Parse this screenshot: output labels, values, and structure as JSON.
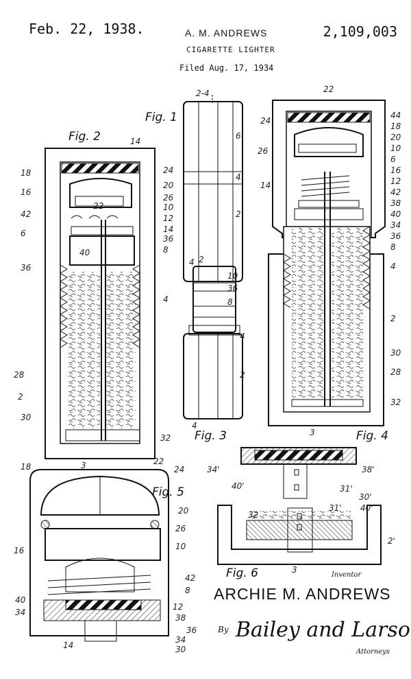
{
  "header": {
    "date": "Feb. 22, 1938.",
    "inventor": "A. M. ANDREWS",
    "patent_number": "2,109,003",
    "title": "CIGARETTE LIGHTER",
    "filed": "Filed Aug. 17, 1934"
  },
  "figures": {
    "fig1": "Fig. 1",
    "fig2": "Fig. 2",
    "fig3": "Fig. 3",
    "fig4": "Fig. 4",
    "fig5": "Fig. 5",
    "fig6": "Fig. 6"
  },
  "ref_labels": {
    "fig1": [
      "2-4",
      "6",
      "4",
      "2"
    ],
    "fig3": [
      "4",
      "2",
      "10",
      "36",
      "8",
      "4",
      "2",
      "4"
    ],
    "fig2": [
      "14",
      "18",
      "24",
      "20",
      "26",
      "16",
      "22",
      "10",
      "42",
      "12",
      "14",
      "6",
      "36",
      "40",
      "8",
      "36",
      "4",
      "28",
      "2",
      "30",
      "32",
      "3"
    ],
    "fig4": [
      "22",
      "24",
      "44",
      "18",
      "20",
      "26",
      "10",
      "6",
      "16",
      "12",
      "14",
      "42",
      "38",
      "40",
      "34",
      "36",
      "8",
      "4",
      "2",
      "30",
      "28",
      "32",
      "3"
    ],
    "fig5": [
      "18",
      "22",
      "24",
      "20",
      "26",
      "16",
      "10",
      "42",
      "8",
      "40",
      "12",
      "34",
      "38",
      "36",
      "14",
      "30",
      "34"
    ],
    "fig6": [
      "34'",
      "38'",
      "40'",
      "31'",
      "30'",
      "32",
      "31'",
      "40'",
      "2'",
      "3"
    ]
  },
  "signature": {
    "inventor_label": "Inventor",
    "inventor_name": "ARCHIE M. ANDREWS",
    "by": "By",
    "attorneys_name": "Bailey and Larson",
    "attorneys_label": "Attorneys"
  }
}
